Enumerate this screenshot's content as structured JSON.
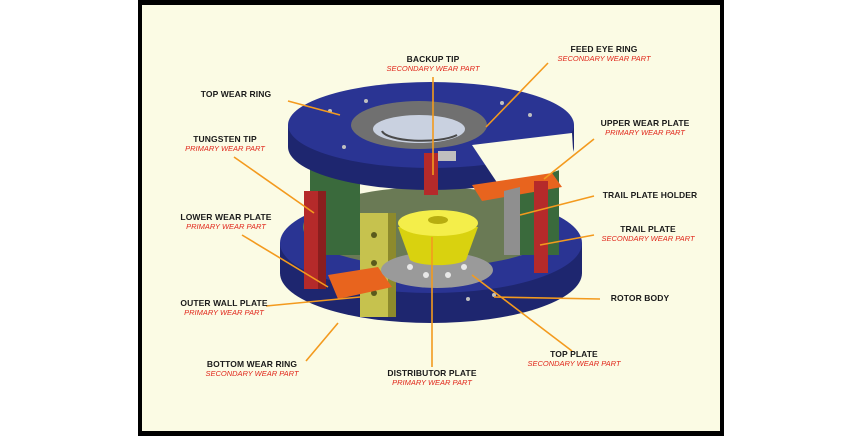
{
  "colors": {
    "leader": "#f39a1e",
    "subtitle": "#e0261a",
    "body": "#242e8c",
    "background": "#fbfbe4"
  },
  "labels": {
    "backup_tip": {
      "name": "BACKUP TIP",
      "sub": "SECONDARY WEAR PART"
    },
    "feed_eye_ring": {
      "name": "FEED EYE RING",
      "sub": "SECONDARY WEAR PART"
    },
    "top_wear_ring": {
      "name": "TOP WEAR RING"
    },
    "upper_wear_plate": {
      "name": "UPPER WEAR PLATE",
      "sub": "PRIMARY WEAR PART"
    },
    "tungsten_tip": {
      "name": "TUNGSTEN TIP",
      "sub": "PRIMARY WEAR PART"
    },
    "trail_plate_holder": {
      "name": "TRAIL PLATE HOLDER"
    },
    "lower_wear_plate": {
      "name": "LOWER WEAR PLATE",
      "sub": "PRIMARY WEAR PART"
    },
    "trail_plate": {
      "name": "TRAIL PLATE",
      "sub": "SECONDARY WEAR PART"
    },
    "rotor_body": {
      "name": "ROTOR BODY"
    },
    "outer_wall_plate": {
      "name": "OUTER WALL PLATE",
      "sub": "PRIMARY WEAR PART"
    },
    "bottom_wear_ring": {
      "name": "BOTTOM WEAR RING",
      "sub": "SECONDARY WEAR PART"
    },
    "top_plate": {
      "name": "TOP PLATE",
      "sub": "SECONDARY WEAR PART"
    },
    "distributor_plate": {
      "name": "DISTRIBUTOR PLATE",
      "sub": "PRIMARY WEAR PART"
    }
  }
}
